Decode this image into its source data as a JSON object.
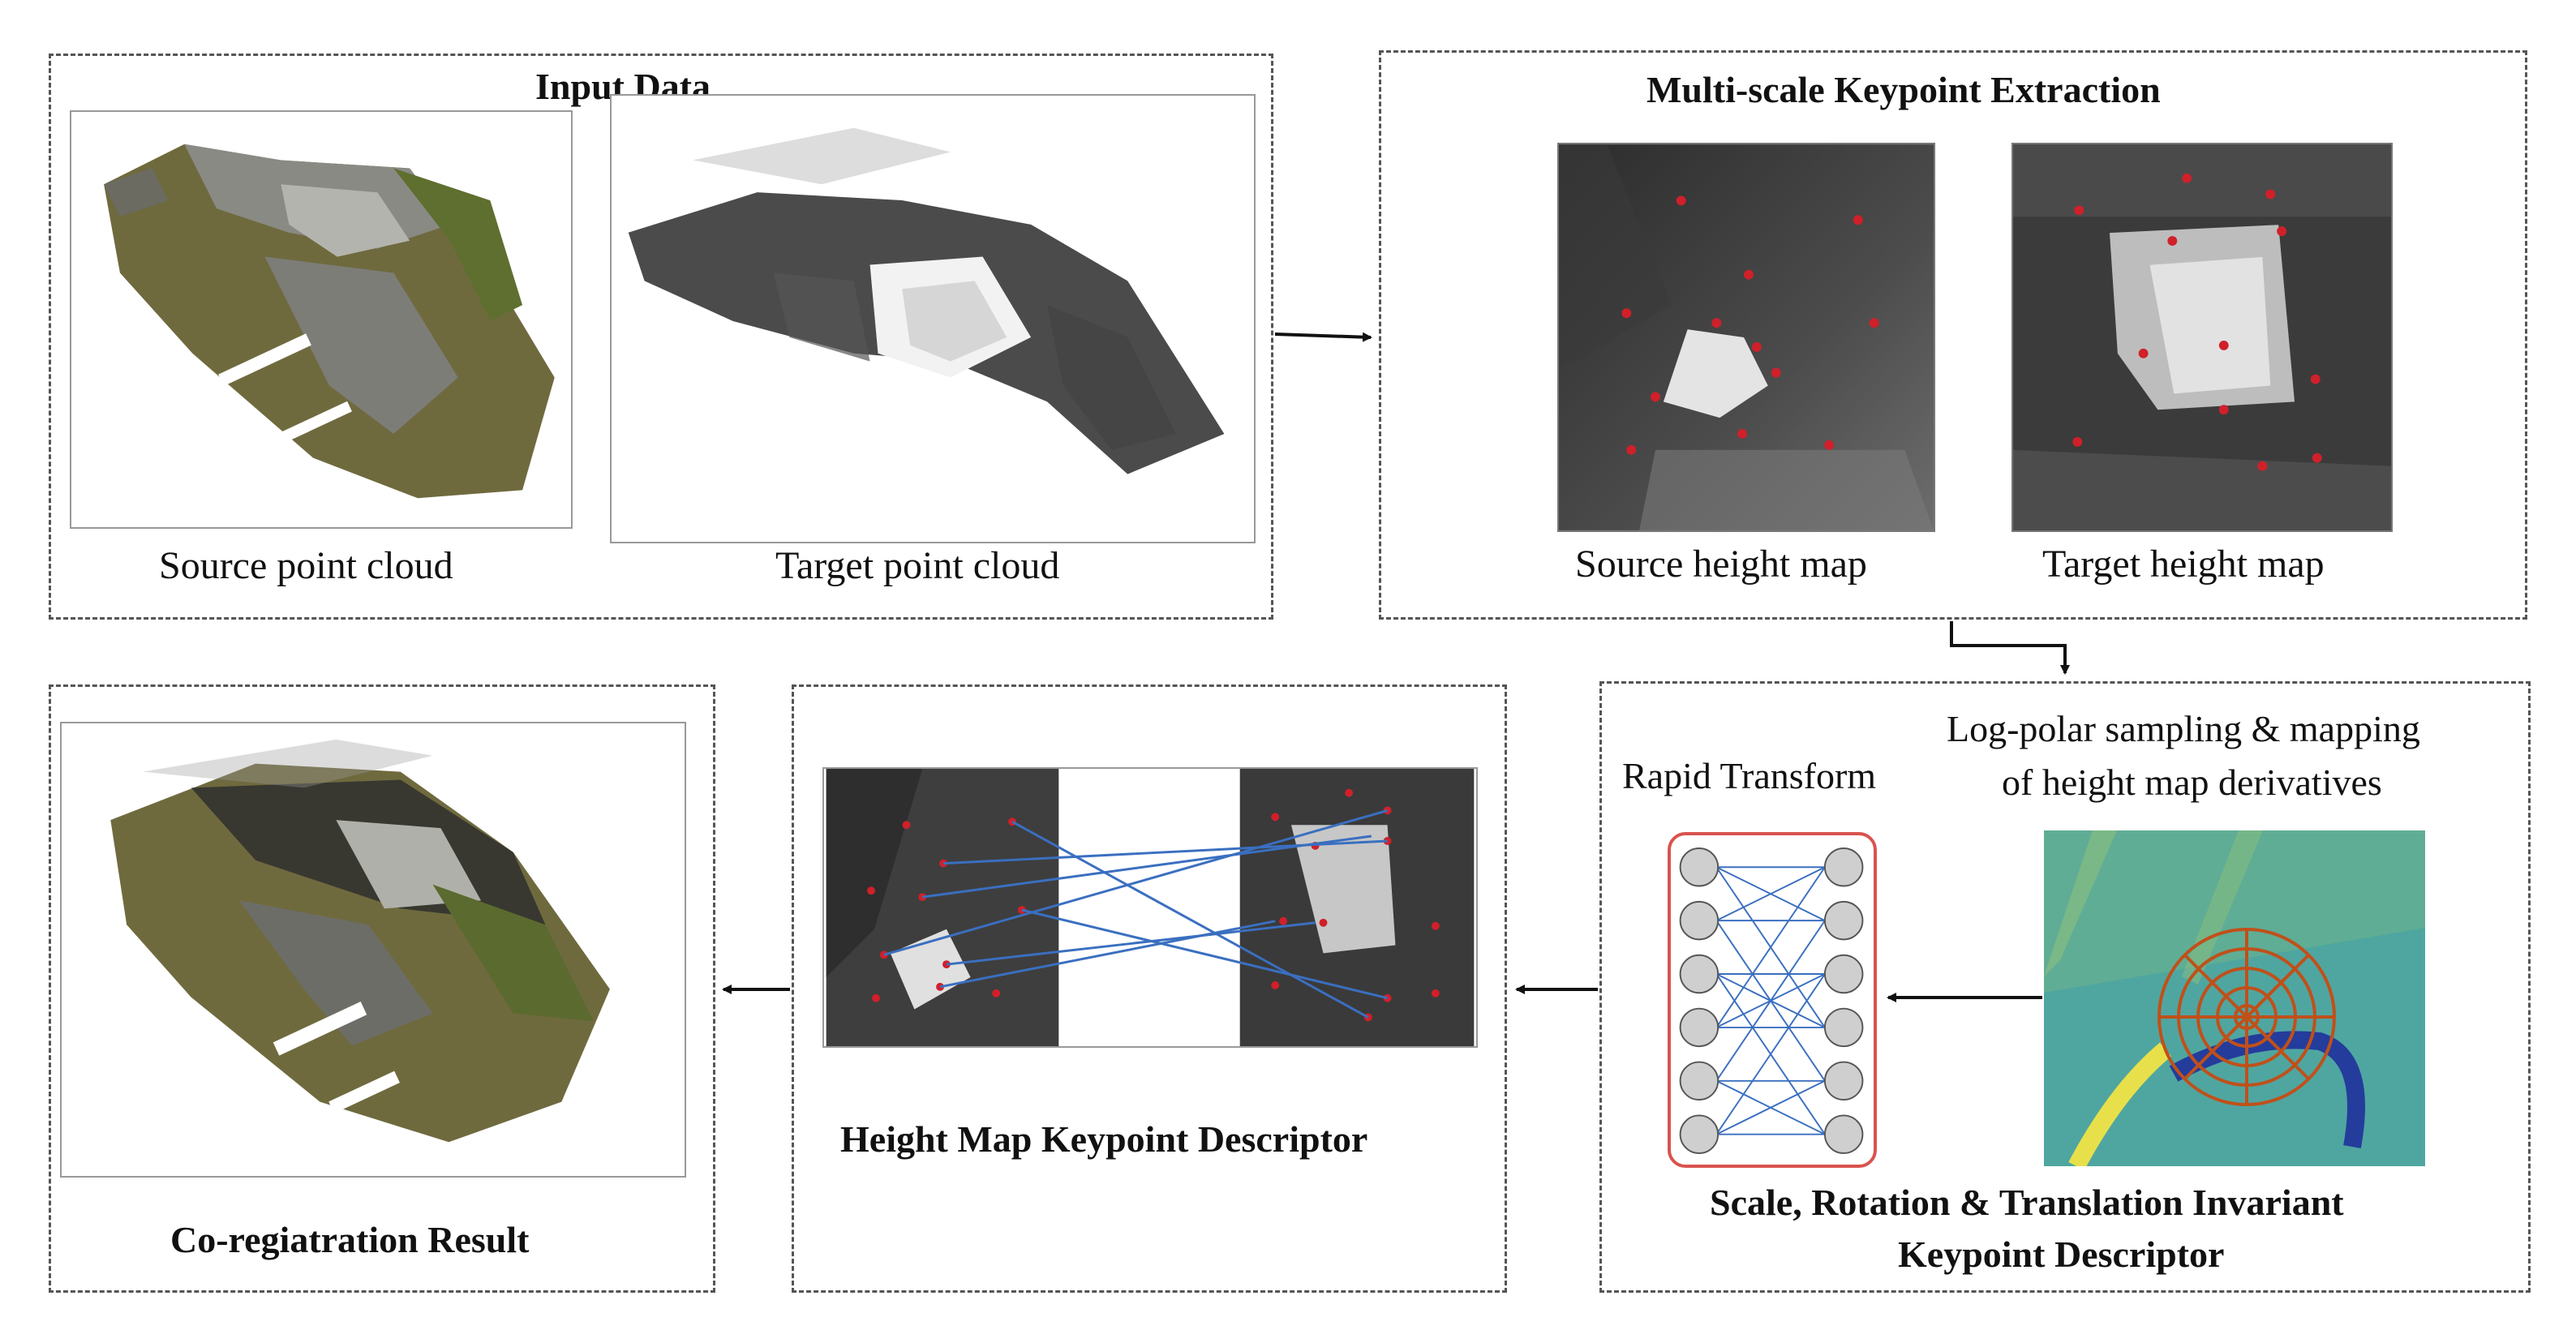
{
  "input_data": {
    "title": "Input Data",
    "source_caption": "Source point cloud",
    "target_caption": "Target point cloud"
  },
  "keypoint_extraction": {
    "title": "Multi-scale Keypoint Extraction",
    "source_caption": "Source height map",
    "target_caption": "Target height map"
  },
  "invariant_descriptor": {
    "rapid_label": "Rapid Transform",
    "logpolar_label_line1": "Log-polar sampling & mapping",
    "logpolar_label_line2": "of height map derivatives",
    "title_line1": "Scale, Rotation & Translation Invariant",
    "title_line2": "Keypoint Descriptor"
  },
  "matching": {
    "title": "Height Map Keypoint Descriptor"
  },
  "result": {
    "title": "Co-regiatration Result"
  },
  "colors": {
    "keypoint": "#d0202a",
    "match_line": "#3a6fc0",
    "ring": "#c0501a",
    "network_border": "#d9534f",
    "node": "#cfcfcf",
    "grass": "#6e6b3a",
    "heatmap": "#4fa6a0"
  }
}
